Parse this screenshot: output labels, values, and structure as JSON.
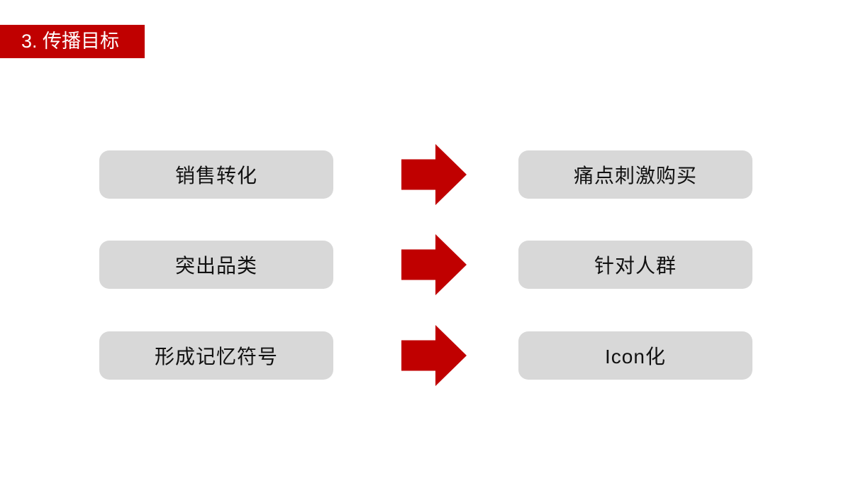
{
  "slide": {
    "title": "3. 传播目标",
    "colors": {
      "accent_red": "#C00000",
      "box_gray": "#D8D8D8",
      "box_text": "#111111",
      "title_text": "#FFFFFF",
      "background": "#FFFFFF"
    },
    "rows": [
      {
        "left": "销售转化",
        "right": "痛点刺激购买"
      },
      {
        "left": "突出品类",
        "right": "针对人群"
      },
      {
        "left": "形成记忆符号",
        "right": "Icon化"
      }
    ],
    "arrow_icon": "right-block-arrow"
  }
}
